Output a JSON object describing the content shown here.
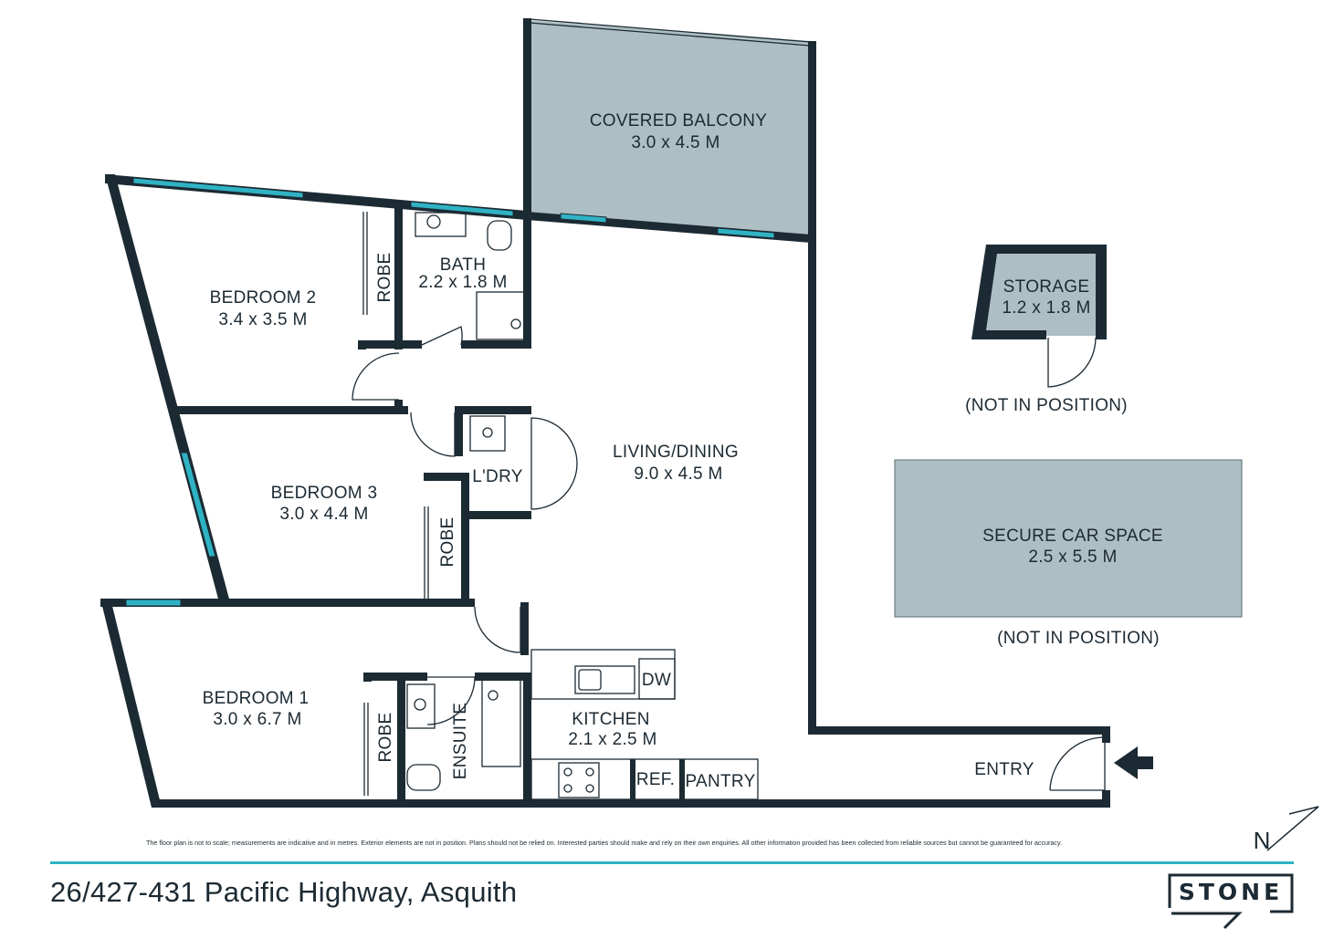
{
  "rooms": {
    "balcony": {
      "name": "COVERED BALCONY",
      "dims": "3.0 x 4.5 M"
    },
    "bedroom2": {
      "name": "BEDROOM 2",
      "dims": "3.4 x 3.5 M"
    },
    "bath": {
      "name": "BATH",
      "dims": "2.2 x 1.8 M"
    },
    "bedroom3": {
      "name": "BEDROOM 3",
      "dims": "3.0 x 4.4 M"
    },
    "living": {
      "name": "LIVING/DINING",
      "dims": "9.0 x 4.5 M"
    },
    "bedroom1": {
      "name": "BEDROOM 1",
      "dims": "3.0 x 6.7 M"
    },
    "kitchen": {
      "name": "KITCHEN",
      "dims": "2.1 x 2.5 M"
    },
    "storage": {
      "name": "STORAGE",
      "dims": "1.2 x 1.8 M"
    },
    "car": {
      "name": "SECURE CAR SPACE",
      "dims": "2.5 x 5.5 M"
    }
  },
  "labels": {
    "robe": "ROBE",
    "laundry": "L'DRY",
    "ensuite": "ENSUITE",
    "dw": "DW",
    "ref": "REF.",
    "pantry": "PANTRY",
    "entry": "ENTRY",
    "not_in_position": "(NOT IN POSITION)"
  },
  "disclaimer": "The floor plan is not to scale; measurements are indicative and in metres. Exterior elements are not in position. Plans should not be relied on. Interested parties should make and rely on their own enquiries. All other information provided has been collected from reliable sources but cannot be guaranteed for accuracy.",
  "address": "26/427-431 Pacific Highway, Asquith",
  "brand": "STONE",
  "north_label": "N",
  "colors": {
    "wall": "#1c2a33",
    "window": "#2fb3c4",
    "fill": "#aebfc4",
    "accent_rule": "#2fb3c4"
  },
  "icons": [
    "entry-arrow-icon",
    "north-arrow-icon",
    "sink-icon",
    "cooktop-icon",
    "toilet-icon",
    "shower-icon"
  ]
}
